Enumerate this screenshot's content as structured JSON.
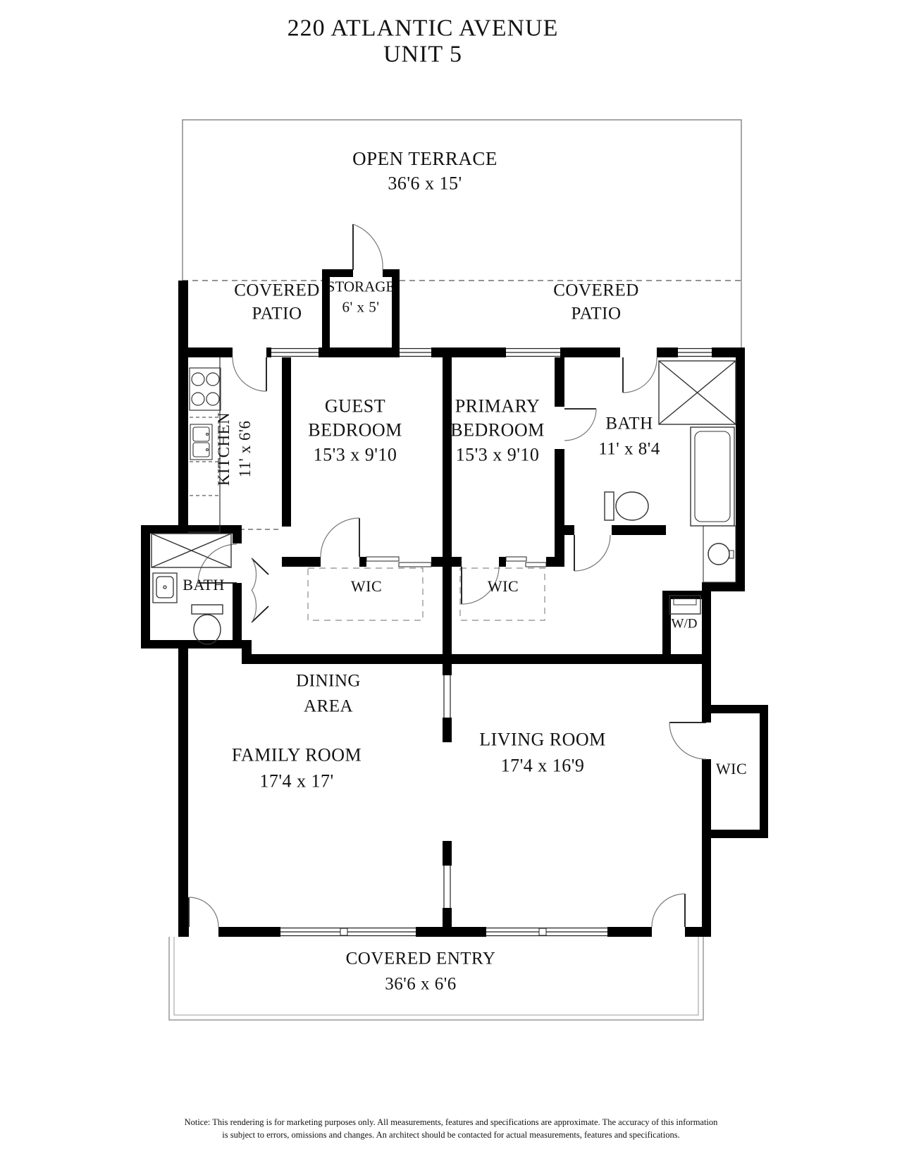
{
  "colors": {
    "wall": "#000000",
    "thin_line": "#8a8a8a",
    "dashed_line": "#555555",
    "text": "#121212",
    "background": "#ffffff"
  },
  "title": {
    "line1": "220 ATLANTIC AVENUE",
    "line2": "UNIT 5"
  },
  "rooms": {
    "open_terrace": {
      "name": "OPEN TERRACE",
      "dims": "36'6 x 15'"
    },
    "covered_patio_left": {
      "line1": "COVERED",
      "line2": "PATIO"
    },
    "covered_patio_right": {
      "line1": "COVERED",
      "line2": "PATIO"
    },
    "storage": {
      "name": "STORAGE",
      "dims": "6' x 5'"
    },
    "kitchen": {
      "name": "KITCHEN",
      "dims": "11' x 6'6"
    },
    "guest_bedroom": {
      "line1": "GUEST",
      "line2": "BEDROOM",
      "dims": "15'3 x 9'10"
    },
    "primary_bedroom": {
      "line1": "PRIMARY",
      "line2": "BEDROOM",
      "dims": "15'3 x 9'10"
    },
    "main_bath": {
      "name": "BATH",
      "dims": "11' x 8'4"
    },
    "guest_bath": {
      "name": "BATH"
    },
    "wic_guest": {
      "name": "WIC"
    },
    "wic_primary": {
      "name": "WIC"
    },
    "washer_dryer": {
      "name": "W/D"
    },
    "dining_area": {
      "line1": "DINING",
      "line2": "AREA"
    },
    "family_room": {
      "name": "FAMILY ROOM",
      "dims": "17'4 x 17'"
    },
    "living_room": {
      "name": "LIVING ROOM",
      "dims": "17'4 x 16'9"
    },
    "wic_living": {
      "name": "WIC"
    },
    "covered_entry": {
      "name": "COVERED ENTRY",
      "dims": "36'6 x 6'6"
    }
  },
  "notice": {
    "line1": "Notice: This rendering is for marketing purposes only. All measurements, features and specifications are approximate. The accuracy of this information",
    "line2": "is subject to errors, omissions and changes. An architect should be contacted for actual measurements, features and specifications."
  }
}
